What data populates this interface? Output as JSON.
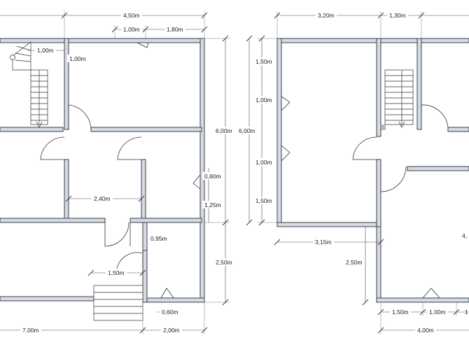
{
  "plans": [
    {
      "id": "ground-floor",
      "dimensions": [
        "4,50m",
        "1,00m",
        "1,80m",
        "1,00m",
        "1,00m",
        "6,00m",
        "0,60m",
        "2,40m",
        "1,25m",
        "0,95m",
        "2,50m",
        "1,50m",
        "0,60m",
        "7,00m",
        "2,00m"
      ]
    },
    {
      "id": "upper-floor",
      "dimensions": [
        "3,20m",
        "1,30m",
        "1,50m",
        "1,00m",
        "6,00m",
        "1,00m",
        "1,50m",
        "3,15m",
        "2,50m",
        "4,",
        "1,50m",
        "1,00m",
        "1",
        "4,00m"
      ]
    }
  ]
}
